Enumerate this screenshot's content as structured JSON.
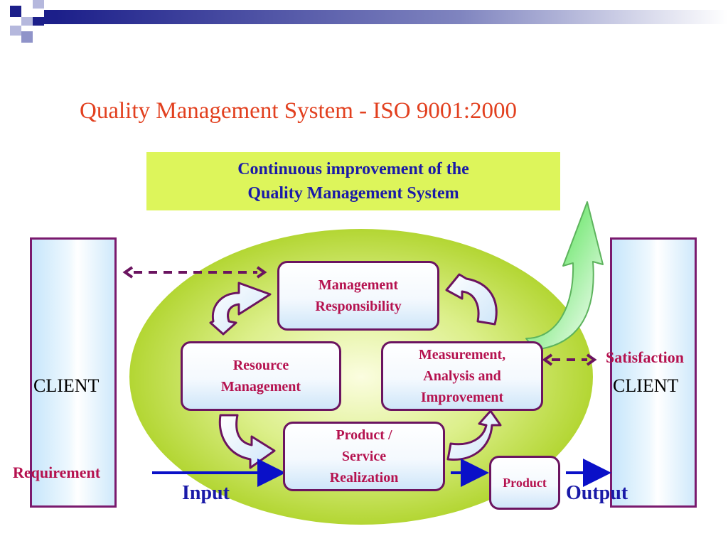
{
  "title": "Quality Management System - ISO 9001:2000",
  "banner": {
    "line1": "Continuous improvement of the",
    "line2": "Quality Management System"
  },
  "clients": {
    "left": "CLIENT",
    "right": "CLIENT"
  },
  "labels": {
    "requirement": "Requirement",
    "satisfaction": "Satisfaction",
    "input": "Input",
    "output": "Output"
  },
  "processes": {
    "management": [
      "Management",
      "Responsibility"
    ],
    "resource": [
      "Resource",
      "Management"
    ],
    "measurement": [
      "Measurement,",
      "Analysis and",
      "Improvement"
    ],
    "realization": [
      "Product /",
      "Service",
      "Realization"
    ],
    "product": "Product"
  },
  "colors": {
    "title": "#e2401f",
    "banner_bg": "#ddf55b",
    "banner_text": "#1a1aa8",
    "process_text": "#b5124f",
    "border": "#7a1a6e",
    "flow_arrow": "#0a10c8",
    "ellipse": "#b8d93a",
    "improvement_arrow": "#3fdc3f"
  }
}
